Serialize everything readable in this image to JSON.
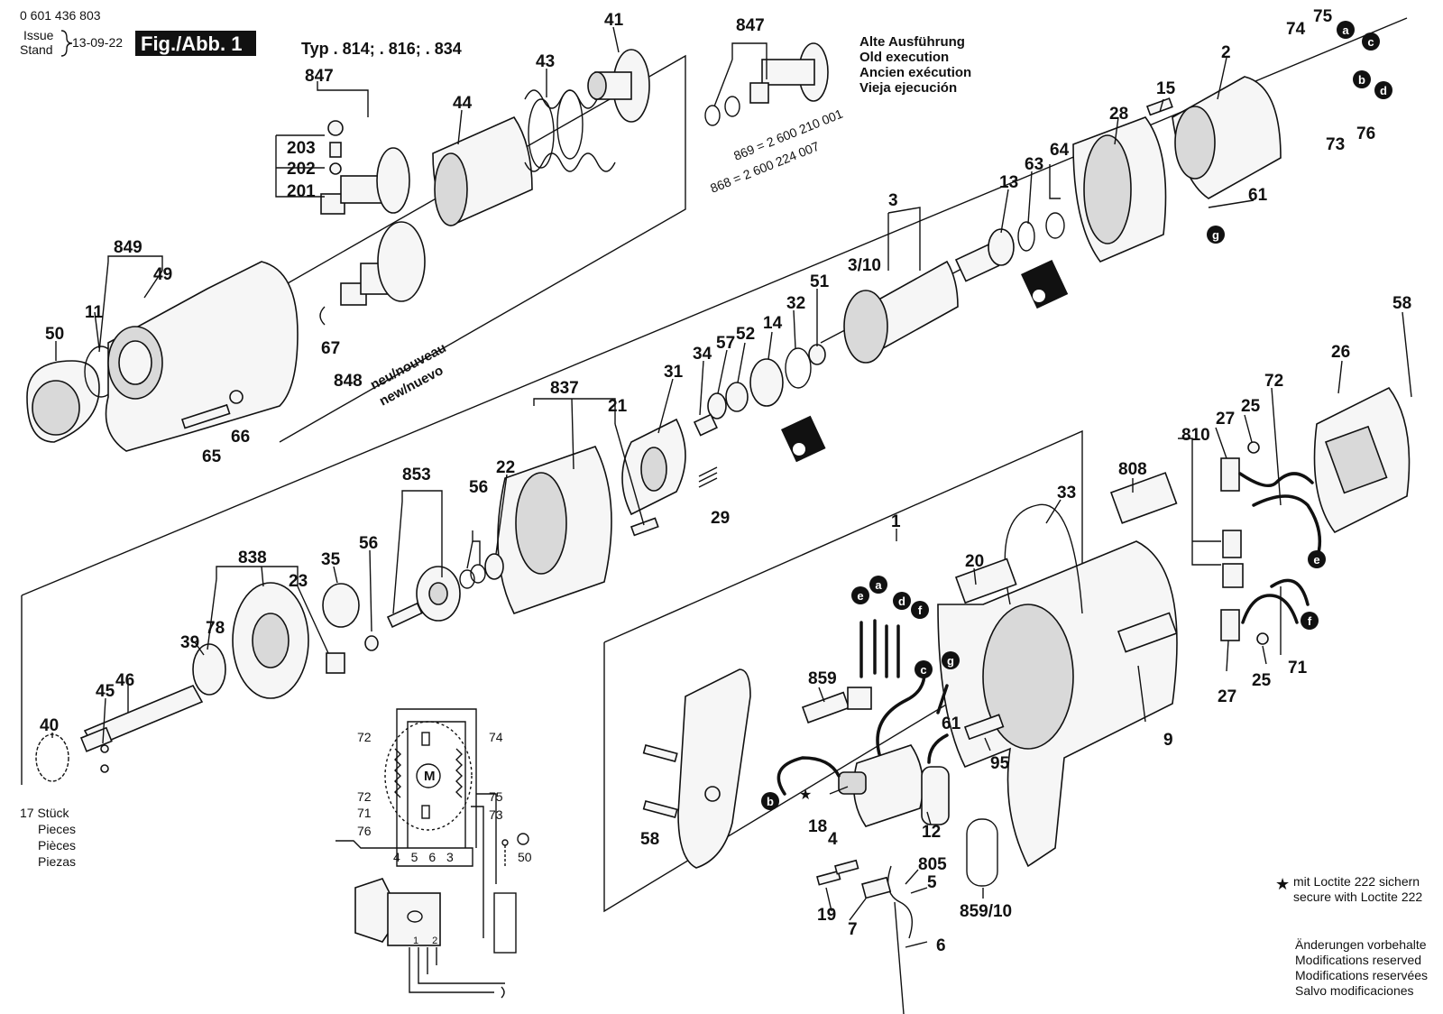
{
  "header": {
    "doc_number": "0 601 436 803",
    "issue_label_1": "Issue",
    "issue_label_2": "Stand",
    "issue_date": "13-09-22",
    "fig_label": "Fig./Abb. 1",
    "type_label": "Typ . 814; . 816; . 834"
  },
  "old_execution": {
    "lines": [
      "Alte Ausführung",
      "Old execution",
      "Ancien exécution",
      "Vieja ejecución"
    ],
    "part_869": "869 = 2 600 210 001",
    "part_868": "868 = 2 600 224 007"
  },
  "parts": [
    {
      "n": "847"
    },
    {
      "n": "847"
    },
    {
      "n": "41"
    },
    {
      "n": "43"
    },
    {
      "n": "44"
    },
    {
      "n": "203"
    },
    {
      "n": "202"
    },
    {
      "n": "201"
    },
    {
      "n": "849"
    },
    {
      "n": "49"
    },
    {
      "n": "50"
    },
    {
      "n": "11"
    },
    {
      "n": "67"
    },
    {
      "n": "848"
    },
    {
      "n": "65"
    },
    {
      "n": "66"
    },
    {
      "n": "74"
    },
    {
      "n": "75"
    },
    {
      "n": "2"
    },
    {
      "n": "15"
    },
    {
      "n": "28"
    },
    {
      "n": "73"
    },
    {
      "n": "76"
    },
    {
      "n": "61"
    },
    {
      "n": "3"
    },
    {
      "n": "13"
    },
    {
      "n": "63"
    },
    {
      "n": "64"
    },
    {
      "n": "3/10"
    },
    {
      "n": "51"
    },
    {
      "n": "32"
    },
    {
      "n": "14"
    },
    {
      "n": "52"
    },
    {
      "n": "57"
    },
    {
      "n": "34"
    },
    {
      "n": "31"
    },
    {
      "n": "837"
    },
    {
      "n": "21"
    },
    {
      "n": "22"
    },
    {
      "n": "29"
    },
    {
      "n": "853"
    },
    {
      "n": "56"
    },
    {
      "n": "56"
    },
    {
      "n": "838"
    },
    {
      "n": "35"
    },
    {
      "n": "23"
    },
    {
      "n": "78"
    },
    {
      "n": "39"
    },
    {
      "n": "46"
    },
    {
      "n": "45"
    },
    {
      "n": "40"
    },
    {
      "n": "58"
    },
    {
      "n": "26"
    },
    {
      "n": "72"
    },
    {
      "n": "27"
    },
    {
      "n": "25"
    },
    {
      "n": "810"
    },
    {
      "n": "808"
    },
    {
      "n": "33"
    },
    {
      "n": "1"
    },
    {
      "n": "20"
    },
    {
      "n": "859"
    },
    {
      "n": "61"
    },
    {
      "n": "95"
    },
    {
      "n": "9"
    },
    {
      "n": "18"
    },
    {
      "n": "4"
    },
    {
      "n": "12"
    },
    {
      "n": "58"
    },
    {
      "n": "805"
    },
    {
      "n": "5"
    },
    {
      "n": "19"
    },
    {
      "n": "7"
    },
    {
      "n": "6"
    },
    {
      "n": "859/10"
    },
    {
      "n": "27"
    },
    {
      "n": "25"
    },
    {
      "n": "71"
    }
  ],
  "callouts": [
    "a",
    "c",
    "b",
    "d",
    "g",
    "e",
    "f",
    "e",
    "a",
    "d",
    "f",
    "c",
    "g",
    "b"
  ],
  "wiring": {
    "labels_left": [
      "72",
      "72",
      "71",
      "76"
    ],
    "labels_right": [
      "74",
      "75",
      "73"
    ],
    "terminals": "4 5 6 3",
    "motor": "M",
    "ground_ref": "50",
    "switch_terms": "1 2"
  },
  "pieces_note": {
    "count": "17 Stück",
    "lines": [
      "Pieces",
      "Pièces",
      "Piezas"
    ]
  },
  "loctite_note": {
    "star": "★",
    "line1": "mit Loctite 222 sichern",
    "line2": "secure with Loctite 222"
  },
  "modifications_note": {
    "lines": [
      "Änderungen vorbehalte",
      "Modifications reserved",
      "Modifications reservées",
      "Salvo modificaciones"
    ]
  }
}
